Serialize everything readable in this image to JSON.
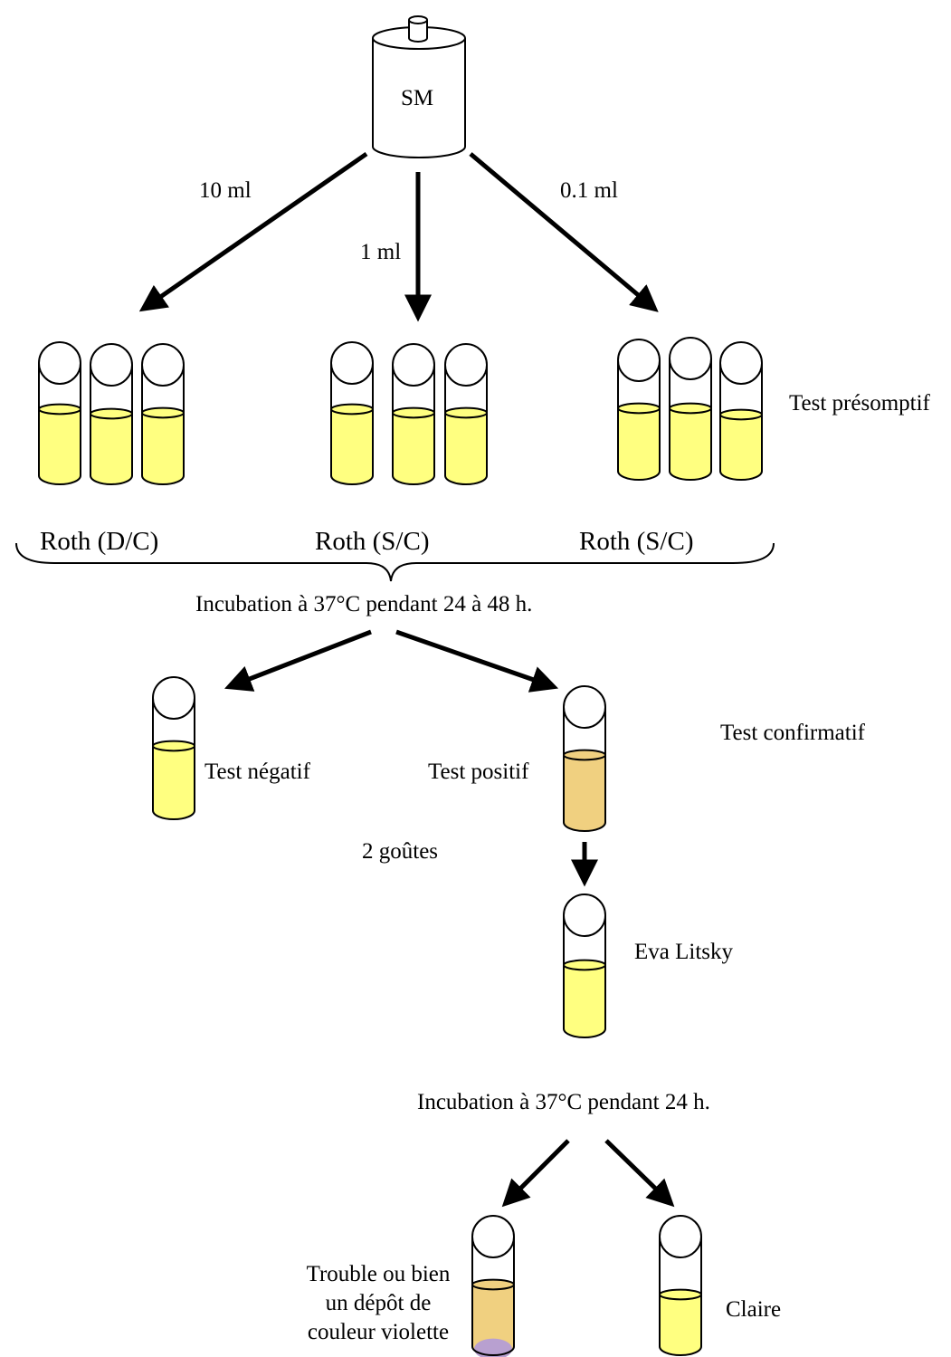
{
  "source_vessel": {
    "label": "SM"
  },
  "volumes": {
    "left": "10 ml",
    "center": "1 ml",
    "right": "0.1 ml"
  },
  "tube_groups": {
    "left": "Roth (D/C)",
    "center": "Roth (S/C)",
    "right": "Roth (S/C)"
  },
  "stages": {
    "presumptive": "Test présomptif",
    "confirmative": "Test confirmatif"
  },
  "incubation": {
    "first": "Incubation à 37°C pendant 24 à 48 h.",
    "second": "Incubation à 37°C pendant  24 h."
  },
  "outcomes": {
    "negative": "Test négatif",
    "positive": "Test positif"
  },
  "transfer": {
    "drops": "2 goûtes",
    "medium": "Eva Litsky"
  },
  "results": {
    "turbid": [
      "Trouble ou bien",
      "un dépôt de",
      "couleur violette"
    ],
    "clear": "Claire"
  },
  "colors": {
    "broth_yellow": "#ffff80",
    "positive_amber": "#f0d080",
    "violet_deposit": "#b8a0d0",
    "outline": "#000000"
  }
}
